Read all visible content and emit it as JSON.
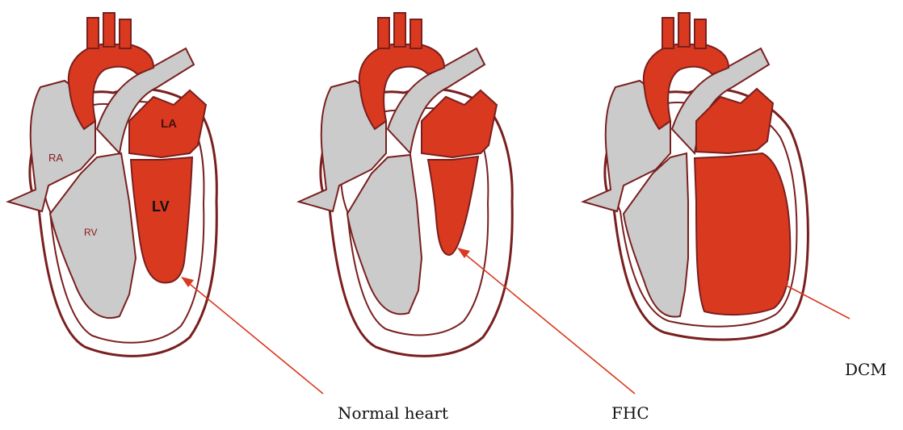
{
  "colors": {
    "oxygenated": "#d9391f",
    "deoxygenated": "#cbcbcb",
    "outline": "#7a1f1f",
    "background": "#ffffff",
    "arrow": "#d9391f"
  },
  "hearts": [
    {
      "id": "normal",
      "caption": "Normal heart",
      "chamber_labels": {
        "ra": "RA",
        "rv": "RV",
        "la": "LA",
        "lv": "LV"
      }
    },
    {
      "id": "fhc",
      "caption": "FHC",
      "chamber_labels": {
        "ra": "",
        "rv": "",
        "la": "",
        "lv": ""
      }
    },
    {
      "id": "dcm",
      "caption": "DCM",
      "chamber_labels": {
        "ra": "",
        "rv": "",
        "la": "",
        "lv": ""
      }
    }
  ]
}
